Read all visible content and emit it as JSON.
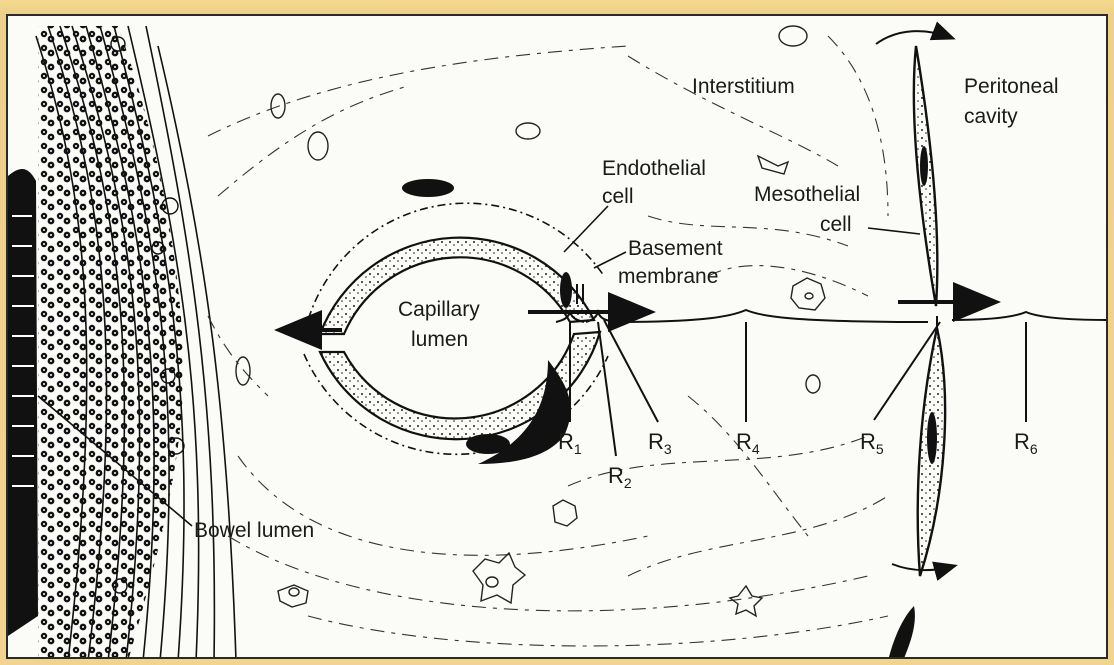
{
  "labels": {
    "interstitium": "Interstitium",
    "peritoneal_cavity": [
      "Peritoneal",
      "cavity"
    ],
    "endothelial_cell": [
      "Endothelial",
      "cell"
    ],
    "mesothelial_cell": [
      "Mesothelial",
      "cell"
    ],
    "basement_membrane": [
      "Basement",
      "membrane"
    ],
    "capillary_lumen": [
      "Capillary",
      "lumen"
    ],
    "bowel_lumen": "Bowel lumen"
  },
  "resistances": [
    {
      "symbol": "R",
      "index": "1"
    },
    {
      "symbol": "R",
      "index": "2"
    },
    {
      "symbol": "R",
      "index": "3"
    },
    {
      "symbol": "R",
      "index": "4"
    },
    {
      "symbol": "R",
      "index": "5"
    },
    {
      "symbol": "R",
      "index": "6"
    }
  ],
  "colors": {
    "frame": "#eed08a",
    "ink": "#1a1a1a",
    "paper": "#fbfbf8"
  }
}
